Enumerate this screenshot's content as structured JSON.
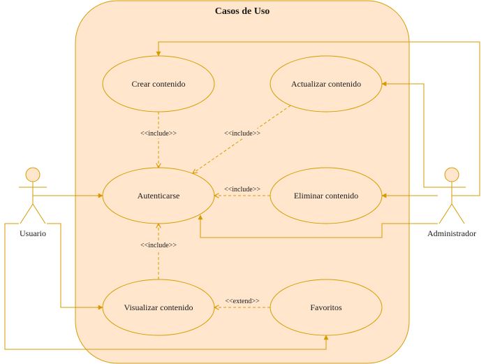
{
  "colors": {
    "stroke": "#d79b00",
    "fill": "#ffe6cc",
    "background": "#ffffff",
    "text": "#1a1a1a"
  },
  "system": {
    "title": "Casos de Uso"
  },
  "actors": {
    "usuario": "Usuario",
    "administrador": "Administrador"
  },
  "use_cases": {
    "crear": "Crear contenido",
    "actualizar": "Actualizar contenido",
    "autenticarse": "Autenticarse",
    "eliminar": "Eliminar contenido",
    "visualizar": "Visualizar contenido",
    "favoritos": "Favoritos"
  },
  "relations": {
    "include_crear": "<<include>>",
    "include_actualizar": "<<include>>",
    "include_eliminar": "<<include>>",
    "include_visualizar": "<<include>>",
    "extend_favoritos": "<<extend>>"
  }
}
